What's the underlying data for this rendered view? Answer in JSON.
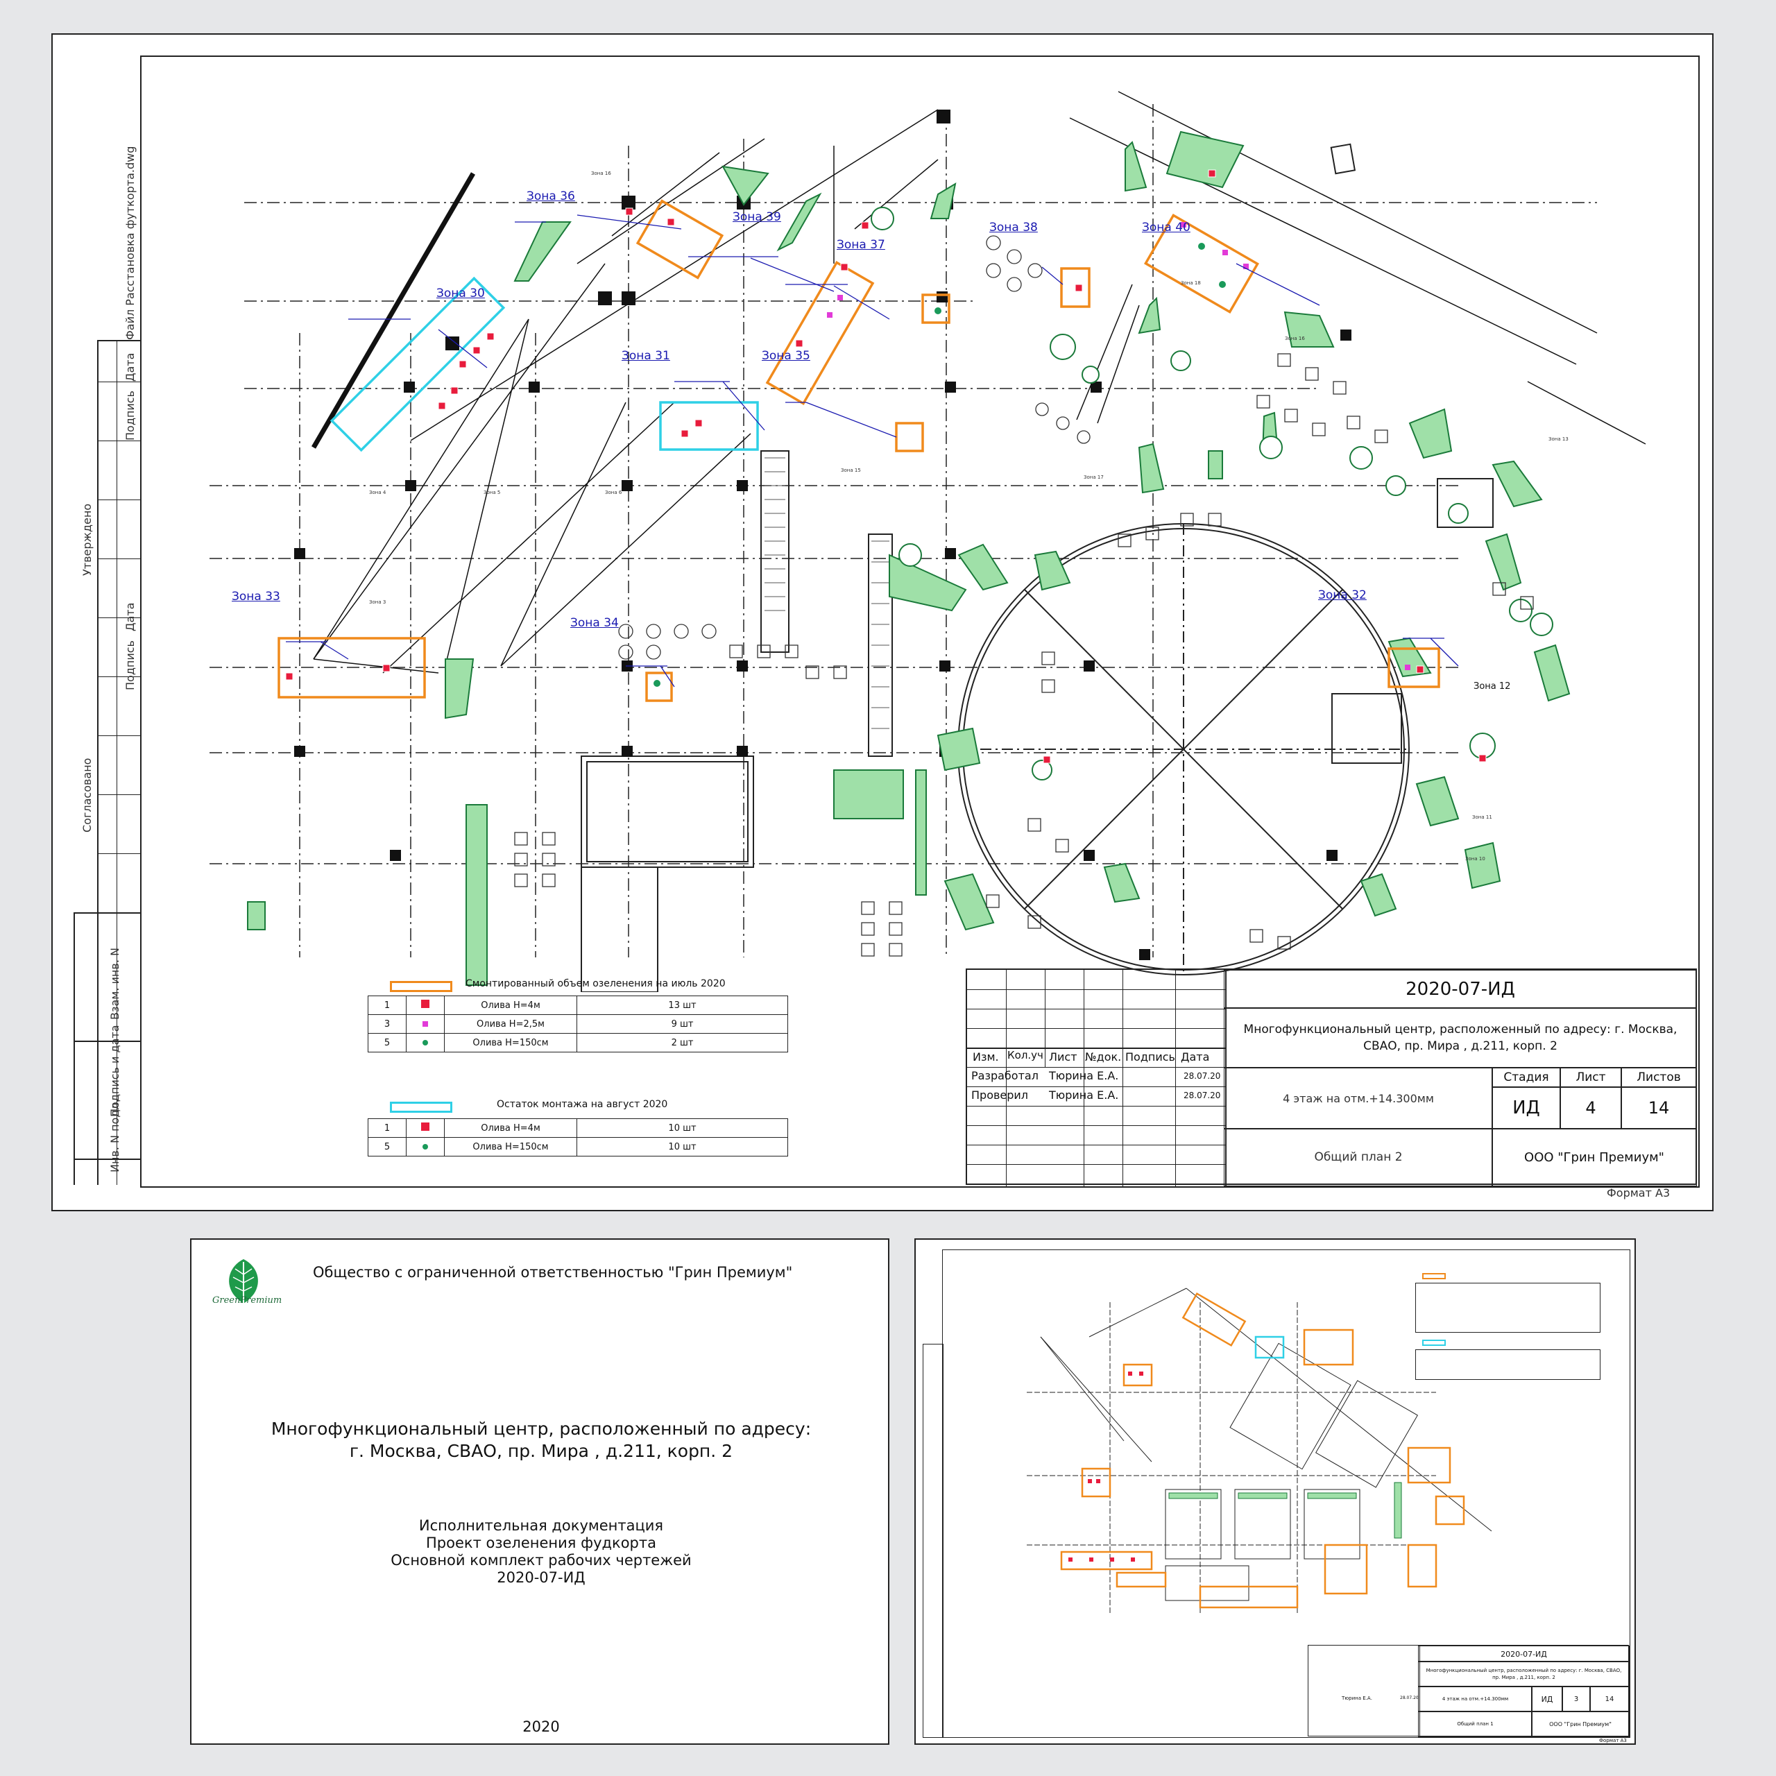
{
  "main_sheet": {
    "zones": [
      {
        "label": "Зона 36"
      },
      {
        "label": "Зона 30"
      },
      {
        "label": "Зона 39"
      },
      {
        "label": "Зона 37"
      },
      {
        "label": "Зона 38"
      },
      {
        "label": "Зона 40"
      },
      {
        "label": "Зона 31"
      },
      {
        "label": "Зона 35"
      },
      {
        "label": "Зона 33"
      },
      {
        "label": "Зона 34"
      },
      {
        "label": "Зона 32"
      },
      {
        "label": "Зона 12"
      }
    ],
    "side_labels": [
      "Файл Расстановка футкорта.dwg",
      "Дата",
      "Подпись",
      "Утверждено",
      "Дата",
      "Подпись",
      "Согласовано",
      "Взам. инв. N",
      "Подпись и дата",
      "Инв. N подл."
    ],
    "legend_mounted": {
      "title": "Смонтированный объем озеленения на июль 2020",
      "color": "#f08a1c",
      "rows": [
        {
          "n": "1",
          "name": "Олива Н=4м",
          "qty": "13 шт",
          "marker": "square-red"
        },
        {
          "n": "3",
          "name": "Олива Н=2,5м",
          "qty": "9 шт",
          "marker": "square-magenta"
        },
        {
          "n": "5",
          "name": "Олива Н=150см",
          "qty": "2 шт",
          "marker": "dot-green"
        }
      ]
    },
    "legend_remaining": {
      "title": "Остаток монтажа на август 2020",
      "color": "#2fd0e6",
      "rows": [
        {
          "n": "1",
          "name": "Олива Н=4м",
          "qty": "10 шт",
          "marker": "square-red"
        },
        {
          "n": "5",
          "name": "Олива Н=150см",
          "qty": "10 шт",
          "marker": "dot-green"
        }
      ]
    },
    "stamp": {
      "code": "2020-07-ИД",
      "object": "Многофункциональный центр, расположенный по адресу: г. Москва, СВАО, пр. Мира , д.211, корп. 2",
      "headers": [
        "Изм.",
        "Кол.уч",
        "Лист",
        "№док.",
        "Подпись",
        "Дата"
      ],
      "developed_label": "Разработал",
      "developed_name": "Тюрина Е.А.",
      "developed_date": "28.07.20",
      "checked_label": "Проверил",
      "checked_name": "Тюрина Е.А.",
      "checked_date": "28.07.20",
      "level": "4 этаж на отм.+14.300мм",
      "sheet_title": "Общий план 2",
      "stage_label": "Стадия",
      "sheet_label": "Лист",
      "sheets_label": "Листов",
      "stage": "ИД",
      "sheet": "4",
      "sheets": "14",
      "company": "ООО \"Грин Премиум\"",
      "format": "Формат А3"
    }
  },
  "cover": {
    "logo_text": "GreenPremium",
    "company": "Общество с ограниченной ответственностью \"Грин Премиум\"",
    "object_line1": "Многофункциональный центр, расположенный по адресу:",
    "object_line2": "г. Москва, СВАО, пр. Мира , д.211, корп. 2",
    "doc_line1": "Исполнительная документация",
    "doc_line2": "Проект озеленения фудкорта",
    "doc_line3": "Основной комплект рабочих чертежей",
    "doc_line4": "2020-07-ИД",
    "year": "2020"
  },
  "thumb": {
    "code": "2020-07-ИД",
    "object": "Многофункциональный центр, расположенный по адресу: г. Москва, СВАО, пр. Мира , д.211, корп. 2",
    "level": "4 этаж на отм.+14.300мм",
    "sheet_title": "Общий план 1",
    "stage": "ИД",
    "sheet": "3",
    "sheets": "14",
    "company": "ООО \"Грин Премиум\"",
    "format": "Формат А3",
    "developed_name": "Тюрина Е.А.",
    "date": "28.07.20"
  }
}
